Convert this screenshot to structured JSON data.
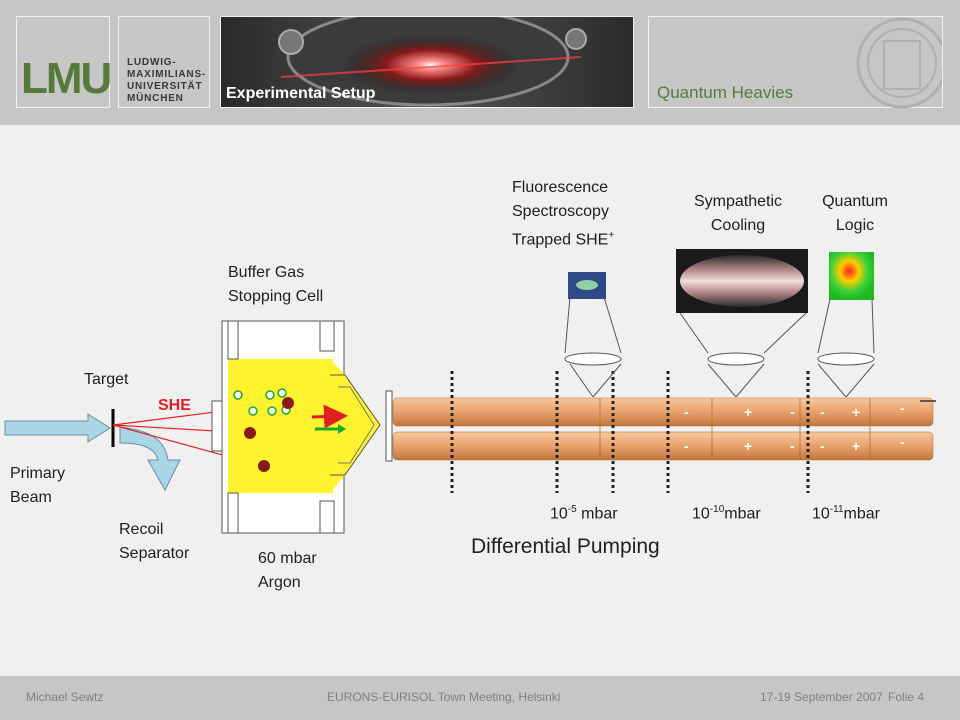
{
  "header": {
    "logo_text": "LMU",
    "university_lines": [
      "LUDWIG-",
      "MAXIMILIANS-",
      "UNIVERSITÄT",
      "MÜNCHEN"
    ],
    "section_title": "Experimental Setup",
    "series_title": "Quantum Heavies"
  },
  "diagram": {
    "labels": {
      "fluorescence": [
        "Fluorescence",
        "Spectroscopy",
        "Trapped SHE"
      ],
      "fluorescence_sup": "+",
      "sympathetic": [
        "Sympathetic",
        "Cooling"
      ],
      "quantum": [
        "Quantum",
        "Logic"
      ],
      "buffer_gas": [
        "Buffer Gas",
        "Stopping Cell"
      ],
      "target": "Target",
      "she": "SHE",
      "primary_beam": [
        "Primary",
        "Beam"
      ],
      "recoil": [
        "Recoil",
        "Separator"
      ],
      "argon": [
        "60 mbar",
        "Argon"
      ],
      "pumping": "Differential Pumping"
    },
    "pressures": [
      {
        "base": "10",
        "exp": "-5",
        "unit": " mbar"
      },
      {
        "base": "10",
        "exp": "-10",
        "unit": "mbar"
      },
      {
        "base": "10",
        "exp": "-11",
        "unit": "mbar"
      }
    ],
    "rod_signs": {
      "minus": "-",
      "plus": "+"
    },
    "colors": {
      "rod": "#e8a16a",
      "cell": "#fff22e",
      "she": "#e02020",
      "ion": "#8a1a1a",
      "beam": "#a9d5e6",
      "green_arrow": "#1aaa2a"
    }
  },
  "footer": {
    "author": "Michael Sewtz",
    "event": "EURONS-EURISOL  Town Meeting, Helsinki",
    "date": "17-19  September 2007",
    "slide": "Folie 4"
  }
}
